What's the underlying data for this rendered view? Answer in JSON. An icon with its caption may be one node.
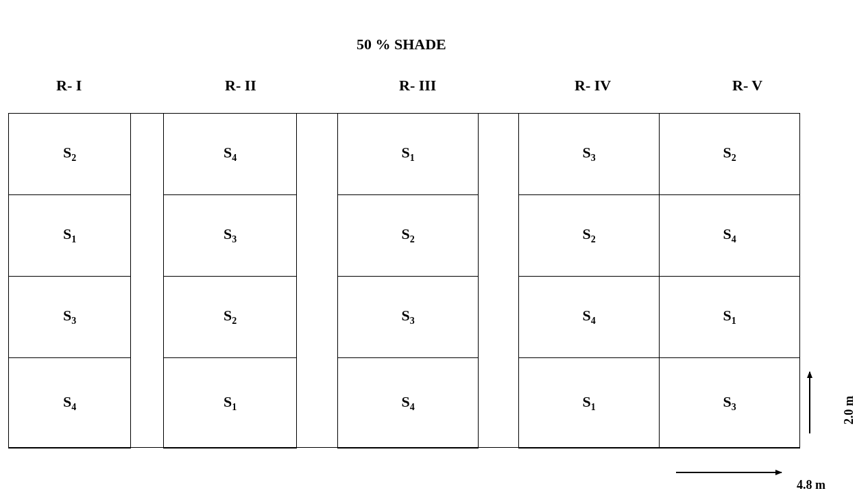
{
  "diagram": {
    "title": "50 % SHADE",
    "nodes": [
      {
        "text": [
          "S$_{2}$"
        ]
      },
      {
        "text": [
          "S$_{4}$"
        ]
      },
      {
        "text": [
          "S$_{1}$"
        ]
      },
      {
        "text": [
          "S$_{3}$"
        ]
      },
      {
        "text": [
          "S$_{2}$"
        ]
      },
      {
        "text": [
          "S$_{1}$"
        ]
      },
      {
        "text": [
          "S$_{3}$"
        ]
      },
      {
        "text": [
          "S$_{2}$"
        ]
      },
      {
        "text": [
          "S$_{2}$"
        ]
      },
      {
        "text": [
          "S$_{4}$"
        ]
      },
      {
        "text": [
          "S$_{3}$"
        ]
      },
      {
        "text": [
          "S$_{2}$"
        ]
      },
      {
        "text": [
          "S$_{3}$"
        ]
      },
      {
        "text": [
          "S$_{4}$"
        ]
      },
      {
        "text": [
          "S$_{1}$"
        ]
      },
      {
        "text": [
          "S$_{4}$"
        ]
      },
      {
        "text": [
          "S$_{1}$"
        ]
      },
      {
        "text": [
          "S$_{4}$"
        ]
      },
      {
        "text": [
          "S$_{1}$"
        ]
      },
      {
        "text": [
          "S$_{3}$"
        ]
      }
    ],
    "edges": [],
    "labels": [
      "R- I",
      "R- II",
      "R- III",
      "R- IV",
      "R- V",
      "2.0 m",
      "4.8 m"
    ]
  }
}
